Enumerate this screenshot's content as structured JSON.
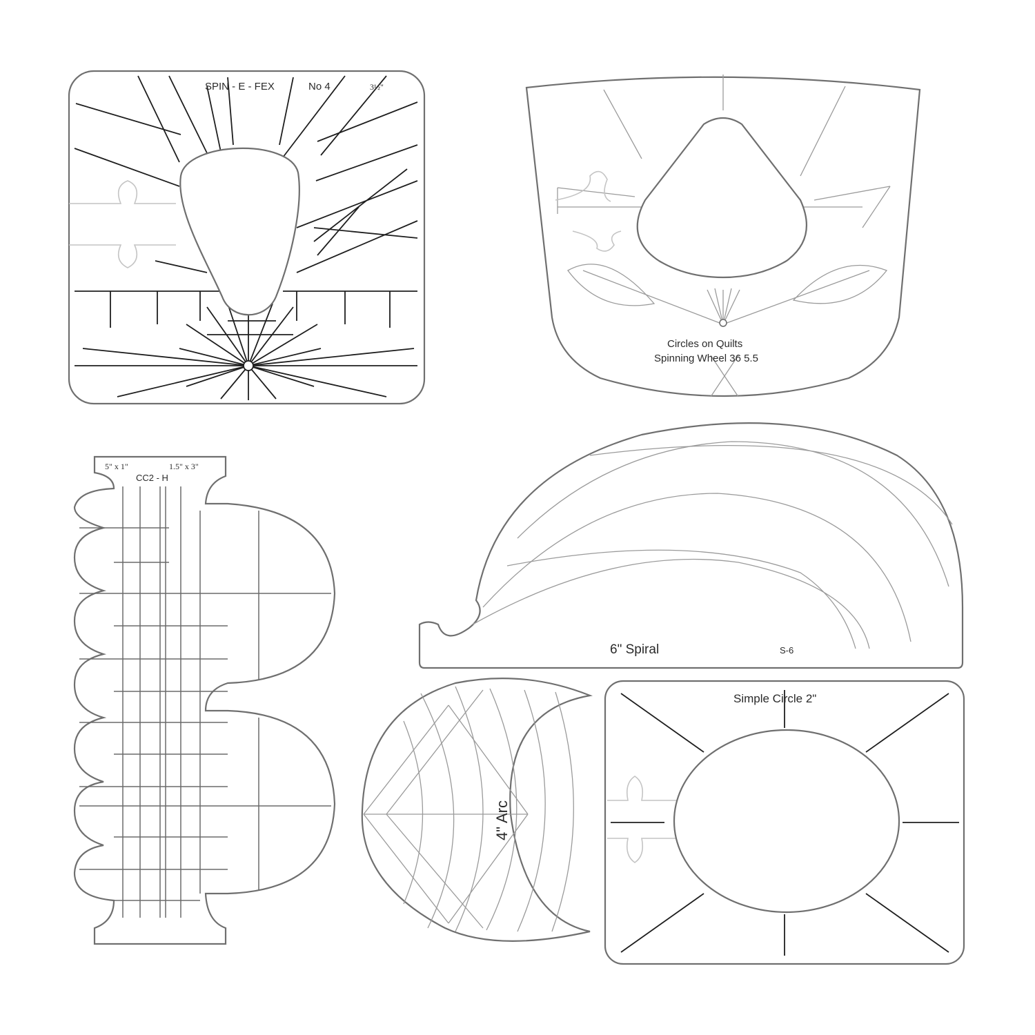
{
  "rulers": {
    "spin_e_fex": {
      "title": "SPIN - E - FEX",
      "number": "No 4",
      "size": "3½\""
    },
    "spinning_wheel": {
      "line1": "Circles on Quilts",
      "line2": "Spinning Wheel 36 5.5"
    },
    "cc2_h": {
      "dims_left": "5\" x 1\"",
      "dims_right": "1.5\" x 3\"",
      "code": "CC2 - H"
    },
    "spiral": {
      "name": "6\"  Spiral",
      "code": "S-6"
    },
    "arc": {
      "name": "4\" Arc"
    },
    "simple_circle": {
      "name": "Simple Circle 2\""
    }
  },
  "colors": {
    "background": "#ffffff",
    "ruler_fill": "#ffffff",
    "outline": "#6f6f6f",
    "guide_line": "#1e1e1e"
  }
}
